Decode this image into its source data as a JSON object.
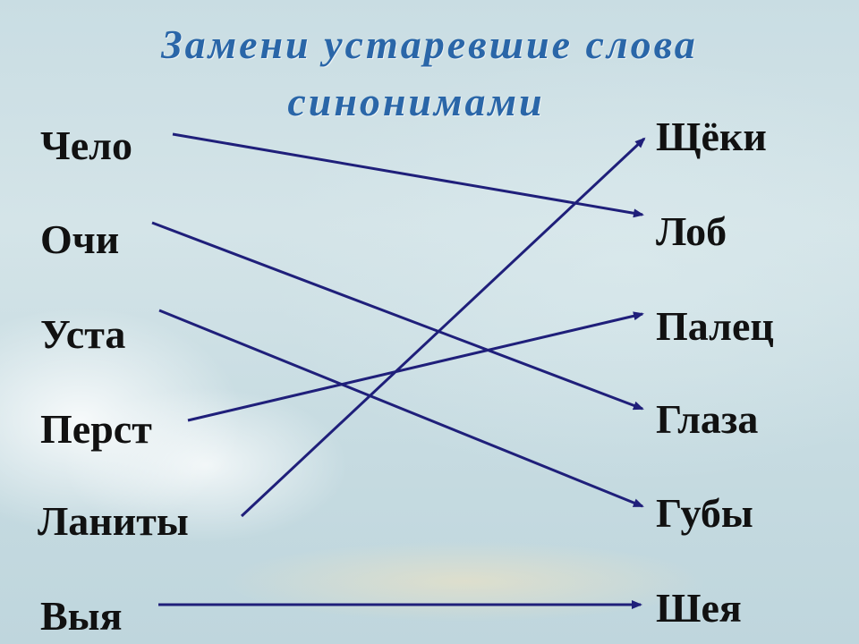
{
  "title": {
    "line1": "Замени устаревшие слова",
    "line2": "синонимами"
  },
  "left_words": [
    "Чело",
    "Очи",
    "Уста",
    "Перст",
    "Ланиты",
    "Выя"
  ],
  "right_words": [
    "Щёки",
    "Лоб",
    "Палец",
    "Глаза",
    "Губы",
    "Шея"
  ],
  "colors": {
    "title": "#2a66a8",
    "text": "#111111",
    "line": "#1f1f7a"
  }
}
